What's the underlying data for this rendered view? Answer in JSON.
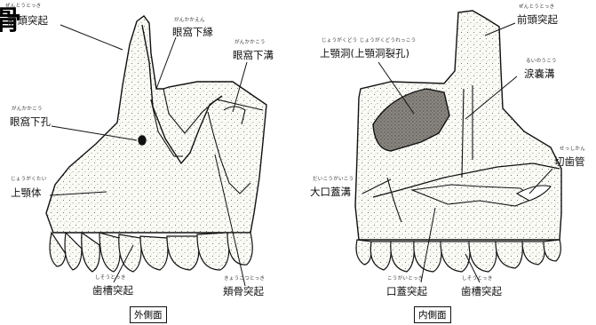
{
  "title_fragment": "骨",
  "lateral": {
    "view_label": "外側面",
    "labels": [
      {
        "id": "frontal-process",
        "text": "前頭突起",
        "ruby": "ぜんとうとっき"
      },
      {
        "id": "infraorbital-margin",
        "text": "眼窩下縁",
        "ruby": "がんかかえん"
      },
      {
        "id": "infraorbital-groove",
        "text": "眼窩下溝",
        "ruby": "がんかかこう"
      },
      {
        "id": "infraorbital-foramen",
        "text": "眼窩下孔",
        "ruby": "がんかかこう"
      },
      {
        "id": "maxilla-body",
        "text": "上顎体",
        "ruby": "じょうがくたい"
      },
      {
        "id": "alveolar-process",
        "text": "歯槽突起",
        "ruby": "しそうとっき"
      },
      {
        "id": "zygomatic-process",
        "text": "頬骨突起",
        "ruby": "きょうこつとっき"
      }
    ]
  },
  "medial": {
    "view_label": "内側面",
    "labels": [
      {
        "id": "maxillary-sinus",
        "text": "上顎洞(上顎洞裂孔)",
        "ruby": "じょうがくどう じょうがくどうれっこう"
      },
      {
        "id": "frontal-process",
        "text": "前頭突起",
        "ruby": "ぜんとうとっき"
      },
      {
        "id": "lacrimal-groove",
        "text": "涙嚢溝",
        "ruby": "るいのうこう"
      },
      {
        "id": "incisive-canal",
        "text": "切歯管",
        "ruby": "せっしかん"
      },
      {
        "id": "greater-palatine-groove",
        "text": "大口蓋溝",
        "ruby": "だいこうがいこう"
      },
      {
        "id": "palatine-process",
        "text": "口蓋突起",
        "ruby": "こうがいとっき"
      },
      {
        "id": "alveolar-process",
        "text": "歯槽突起",
        "ruby": "しそうとっき"
      }
    ]
  }
}
